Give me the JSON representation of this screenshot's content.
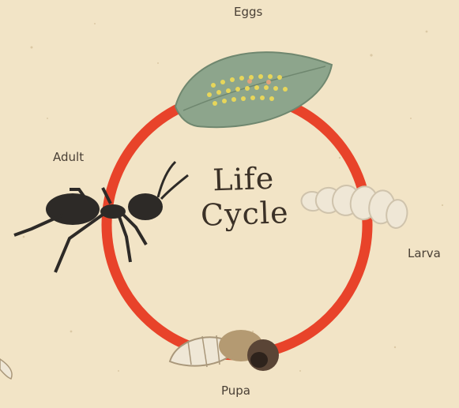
{
  "diagram": {
    "title_line1": "Life",
    "title_line2": "Cycle",
    "stages": {
      "eggs": "Eggs",
      "larva": "Larva",
      "pupa": "Pupa",
      "adult": "Adult"
    }
  },
  "colors": {
    "background": "#f2e4c6",
    "cycle_ring": "#e8432a",
    "leaf": "#8da58c",
    "eggs": "#e7d65a",
    "larva": "#efe7d6",
    "pupa": "#b49a72",
    "ant": "#2d2a27"
  }
}
